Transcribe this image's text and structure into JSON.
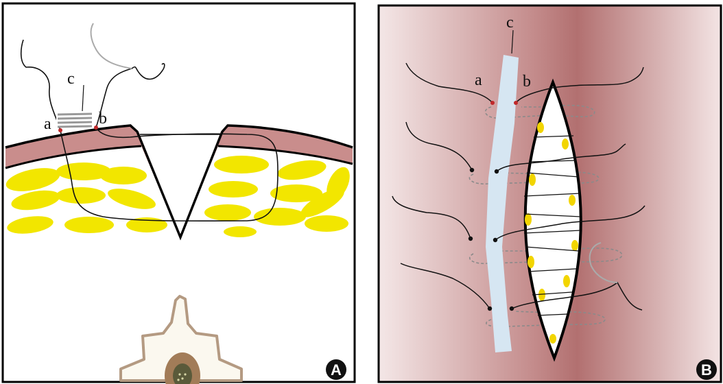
{
  "panel_a": {
    "badge": "A",
    "labels": {
      "a": "a",
      "b": "b",
      "c": "c"
    }
  },
  "panel_b": {
    "badge": "B",
    "labels": {
      "a": "a",
      "b": "b",
      "c": "c"
    }
  },
  "colors": {
    "skin": "#c98d8c",
    "fat": "#f2e600",
    "suture": "#111111",
    "knot": "#c0282a",
    "bolster": "#d6e6f2",
    "tissue_dark": "#b47475",
    "spine": "#b49a82"
  }
}
